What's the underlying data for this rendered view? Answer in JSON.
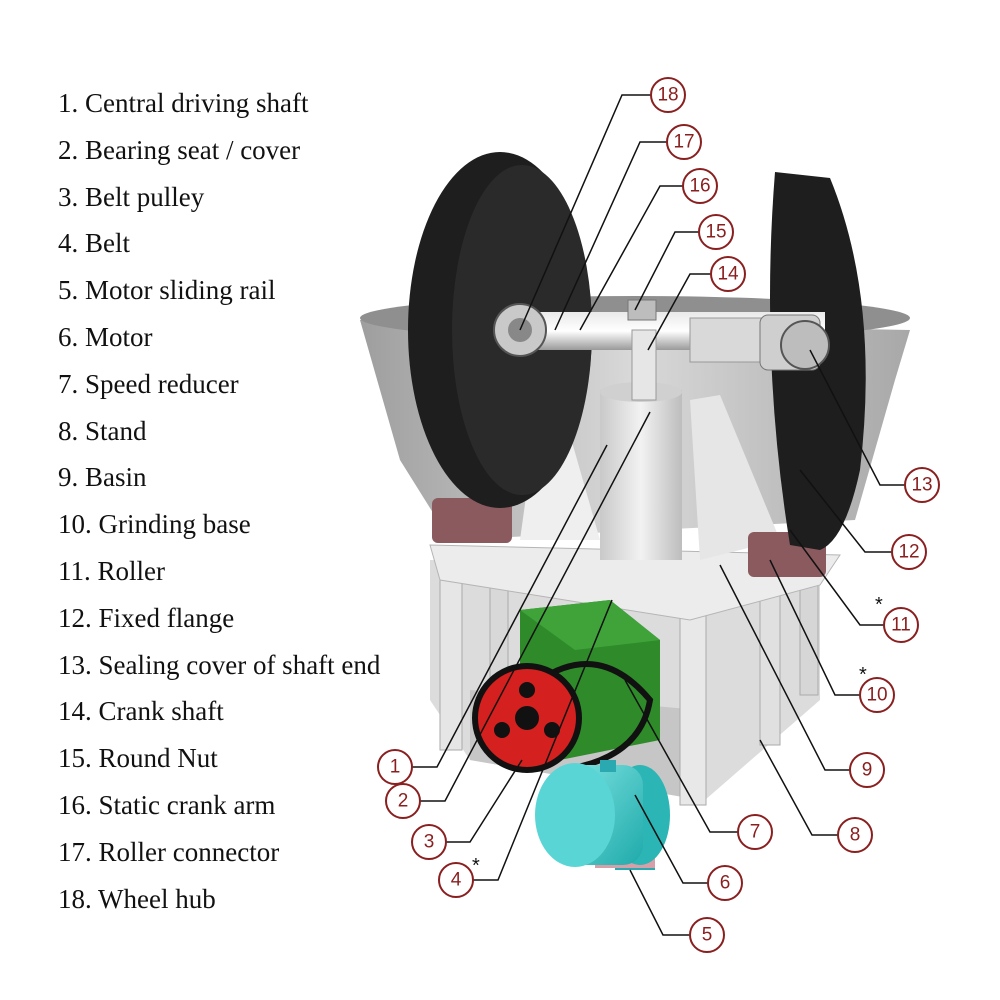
{
  "legend": [
    {
      "label": "1. Central driving shaft"
    },
    {
      "label": "2. Bearing seat / cover"
    },
    {
      "label": "3. Belt pulley"
    },
    {
      "label": "4. Belt"
    },
    {
      "label": "5. Motor sliding rail"
    },
    {
      "label": "6. Motor"
    },
    {
      "label": "7. Speed reducer"
    },
    {
      "label": "8. Stand"
    },
    {
      "label": "9. Basin"
    },
    {
      "label": "10. Grinding base"
    },
    {
      "label": "11. Roller"
    },
    {
      "label": "12. Fixed flange"
    },
    {
      "label": "13. Sealing cover of shaft end"
    },
    {
      "label": "14. Crank shaft"
    },
    {
      "label": "15. Round Nut"
    },
    {
      "label": "16. Static crank arm"
    },
    {
      "label": "17. Roller connector"
    },
    {
      "label": "18. Wheel hub"
    }
  ],
  "callouts": [
    {
      "num": "18",
      "star": ""
    },
    {
      "num": "17",
      "star": ""
    },
    {
      "num": "16",
      "star": ""
    },
    {
      "num": "15",
      "star": ""
    },
    {
      "num": "14",
      "star": ""
    },
    {
      "num": "13",
      "star": ""
    },
    {
      "num": "12",
      "star": ""
    },
    {
      "num": "11",
      "star": "*"
    },
    {
      "num": "10",
      "star": "*"
    },
    {
      "num": "9",
      "star": ""
    },
    {
      "num": "8",
      "star": ""
    },
    {
      "num": "7",
      "star": ""
    },
    {
      "num": "6",
      "star": ""
    },
    {
      "num": "5",
      "star": ""
    },
    {
      "num": "4",
      "star": "*"
    },
    {
      "num": "3",
      "star": ""
    },
    {
      "num": "2",
      "star": ""
    },
    {
      "num": "1",
      "star": ""
    }
  ],
  "colors": {
    "roller": "#1e1e1e",
    "basin": "#b9b9b9",
    "frame": "#d2d2d2",
    "reducer": "#2f8a2a",
    "pulley": "#d4201e",
    "motor": "#3cc7c7",
    "grinding_base": "#8a5a5e",
    "callout": "#8a1f1f"
  }
}
